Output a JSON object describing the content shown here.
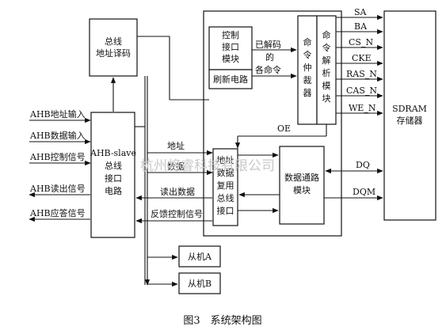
{
  "figure": {
    "caption": "图3　系统架构图",
    "watermark": "杭州将睿科技有限公司"
  },
  "blocks": {
    "addr_decode": {
      "line1": "总线",
      "line2": "地址译码"
    },
    "ahb_slave": {
      "line1": "AHB-slave",
      "line2": "总线",
      "line3": "接口",
      "line4": "电路"
    },
    "ctrl_if": {
      "line1": "控制",
      "line2": "接口",
      "line3": "模块"
    },
    "refresh": {
      "label": "刷新电路"
    },
    "arbiter": {
      "chars": [
        "命",
        "令",
        "仲",
        "裁",
        "器"
      ]
    },
    "parser": {
      "chars": [
        "命",
        "令",
        "解",
        "析",
        "模",
        "块"
      ]
    },
    "mux": {
      "line1": "地址",
      "line2": "数据",
      "line3": "复用",
      "line4": "总线",
      "line5": "接口"
    },
    "datapath": {
      "line1": "数据通路",
      "line2": "模块"
    },
    "sdram": {
      "line1": "SDRAM",
      "line2": "存储器"
    },
    "slave_a": {
      "label": "从机A"
    },
    "slave_b": {
      "label": "从机B"
    }
  },
  "signals": {
    "inputs": [
      "AHB地址输入",
      "AHB数据输入",
      "AHB控制信号",
      "AHB读出信号",
      "AHB应答信号"
    ],
    "decoded": {
      "line1": "已解码",
      "line2": "的",
      "line3": "各命令"
    },
    "oe": "OE",
    "addr": "地址",
    "data": "数据",
    "read_data": "读出数据",
    "feedback": "反馈控制信号",
    "sdram_cmds": [
      "SA",
      "BA",
      "CS_N",
      "CKE",
      "RAS_N",
      "CAS_N",
      "WE_N"
    ],
    "dq": "DQ",
    "dqm": "DQM"
  }
}
